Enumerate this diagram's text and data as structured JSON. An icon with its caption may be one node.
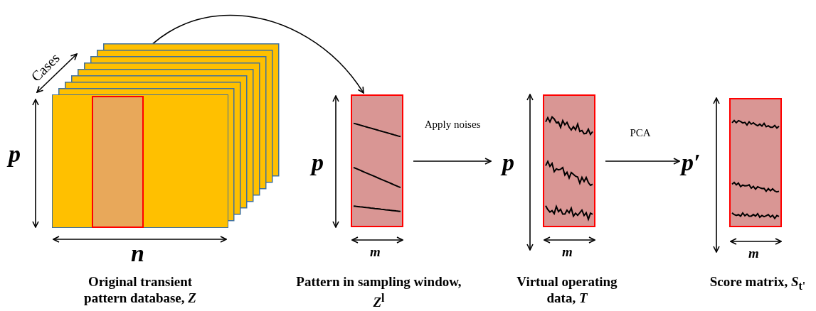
{
  "diagram": {
    "nodes": [
      {
        "text": [],
        "shape": "box"
      },
      {
        "text": [],
        "shape": "box",
        "in": 0
      },
      {
        "text": [],
        "shape": "box"
      },
      {
        "text": [],
        "shape": "box"
      },
      {
        "text": [],
        "shape": "box"
      }
    ],
    "edges": [
      {
        "from": 1,
        "to": 2,
        "arrow": "to"
      },
      {
        "from": 2,
        "to": 3,
        "arrow": "to",
        "label": "Apply noises"
      },
      {
        "from": 3,
        "to": 4,
        "arrow": "to",
        "label": "PCA"
      }
    ],
    "labels": [
      "Cases",
      "p",
      "n",
      "p",
      "m",
      "p",
      "m",
      "p′",
      "m",
      "Original transient pattern database, *Z*",
      "Pattern in sampling window, *Z*$^{l}$",
      "Virtual operating data, *T*",
      "Score matrix, *S*$_{t'}$"
    ]
  }
}
